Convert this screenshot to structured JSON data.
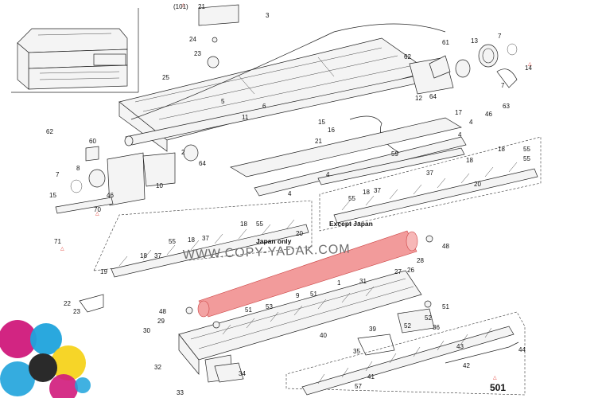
{
  "watermark": "WWW.COPY-YADAK.COM",
  "callouts": {
    "japan_only": "Japan only",
    "except_japan": "Except Japan"
  },
  "page_number": "501",
  "numbers": {
    "n101": "(101)",
    "n21a": "21",
    "n3": "3",
    "n24": "24",
    "n23a": "23",
    "n61": "61",
    "n13": "13",
    "n7a": "7",
    "n62a": "62",
    "n14": "14",
    "n7b": "7",
    "n63": "63",
    "n25": "25",
    "n5": "5",
    "n6": "6",
    "n12": "12",
    "n64a": "64",
    "n17": "17",
    "n46a": "46",
    "n11": "11",
    "n15a": "15",
    "n16": "16",
    "n4a": "4",
    "n4b": "4",
    "n21b": "21",
    "n62b": "62",
    "n60": "60",
    "n64b": "64",
    "n59": "59",
    "n2": "2",
    "n18a": "18",
    "n55a": "55",
    "n8a": "8",
    "n7c": "7",
    "n10": "10",
    "n4c": "4",
    "n4d": "4",
    "n37a": "37",
    "n18b": "18",
    "n55b": "55",
    "n20a": "20",
    "n15b": "15",
    "n46b": "46",
    "n18c": "18",
    "n37b": "37",
    "n55c": "55",
    "n70": "70",
    "n71": "71",
    "n18d": "18",
    "n37c": "37",
    "n18e": "18",
    "n55d": "55",
    "n20b": "20",
    "n55e": "55",
    "n37d": "37",
    "n18f": "18",
    "n19": "19",
    "n48a": "48",
    "n28": "28",
    "n26": "26",
    "n1": "1",
    "n31a": "31",
    "n27": "27",
    "n22": "22",
    "n23b": "23",
    "n48b": "48",
    "n51a": "51",
    "n53": "53",
    "n9": "9",
    "n51b": "51",
    "n52a": "52",
    "n51c": "51",
    "n29": "29",
    "n30": "30",
    "n40": "40",
    "n39": "39",
    "n52b": "52",
    "n36": "36",
    "n35": "35",
    "n43": "43",
    "n44": "44",
    "n42": "42",
    "n32": "32",
    "n34": "34",
    "n41": "41",
    "n33": "33",
    "n57": "57"
  },
  "colors": {
    "accent_roller": "#f08a8a",
    "line": "#222222",
    "mark_red": "#e0342c",
    "logo_magenta": "#d0197b",
    "logo_cyan": "#1fa3dc",
    "logo_yellow": "#f6d31c",
    "logo_dark": "#2a2a2a"
  }
}
